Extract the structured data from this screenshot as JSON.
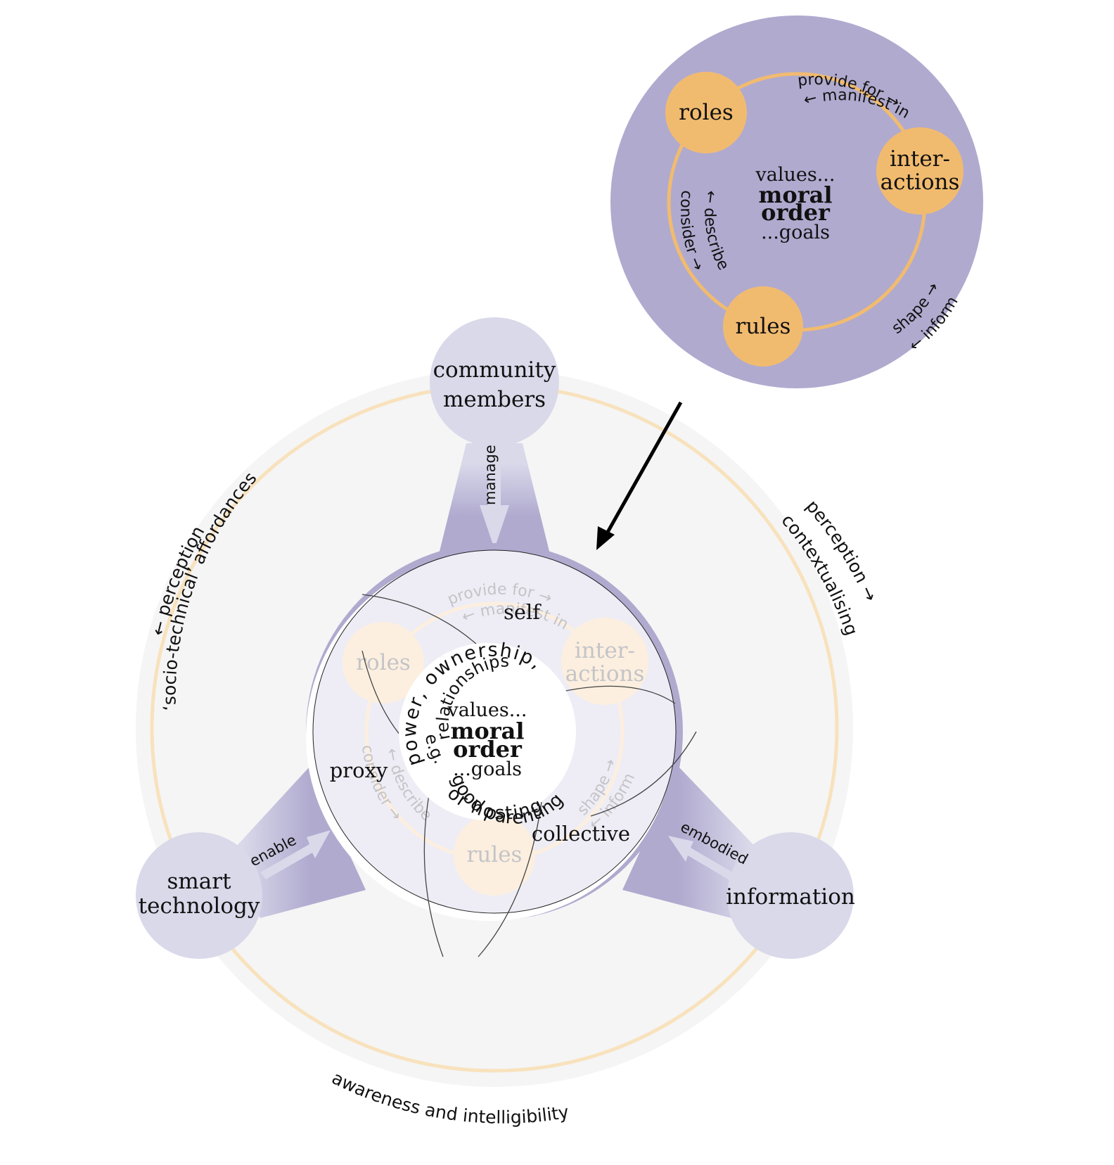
{
  "colors": {
    "background": "#ffffff",
    "outer_ring_fill": "#f5f5f5",
    "outer_ring_stroke": "#f8e2bd",
    "purple": "#b0aacf",
    "purple_light": "#d9d9ea",
    "inner_disc": "#eeedf5",
    "orange": "#f1bb6f",
    "orange_faded": "#fcefdf",
    "text": "#111111",
    "text_faded": "#c4c4c8"
  },
  "detail": {
    "nodes": [
      "roles",
      "inter-",
      "actions",
      "rules"
    ],
    "center": {
      "line1": "values...",
      "line2": "moral",
      "line3": "order",
      "line4": "...goals"
    },
    "relations": {
      "roles_interactions_outer": "provide for →",
      "roles_interactions_inner": "← manifest in",
      "roles_rules_inner": "← describe",
      "roles_rules_outer": "consider →",
      "rules_interactions_inner": "shape →",
      "rules_interactions_outer": "← inform"
    }
  },
  "main": {
    "nodes": {
      "community": [
        "community",
        "members"
      ],
      "smart_technology": [
        "smart",
        "technology"
      ],
      "information": "information"
    },
    "connectors": {
      "community": "manage",
      "smart_technology": "enable",
      "information": "embodied"
    },
    "outer_labels": {
      "top_left_outer": "← perception",
      "top_left_inner": "‘socio-technical’ affordances",
      "top_right_outer": "perception →",
      "top_right_inner": "contextualising",
      "bottom": "awareness and intelligibility"
    },
    "scopes": {
      "self": "self",
      "proxy": "proxy",
      "collective": "collective"
    },
    "center": {
      "line1": "values...",
      "line2": "moral",
      "line3": "order",
      "line4": "...goals",
      "arc_top_outer": "power, ownership,",
      "arc_top_inner": "relationships",
      "arc_bottom_left": "e.g.",
      "arc_bottom_1": "good parenting",
      "arc_bottom_2": "or hosting"
    },
    "faded_cycle": {
      "nodes": [
        "roles",
        "inter-",
        "actions",
        "rules"
      ],
      "provide_for": "provide for →",
      "manifest_in": "← manifest in",
      "describe": "← describe",
      "consider": "consider →",
      "shape": "shape →",
      "inform": "← inform"
    }
  }
}
